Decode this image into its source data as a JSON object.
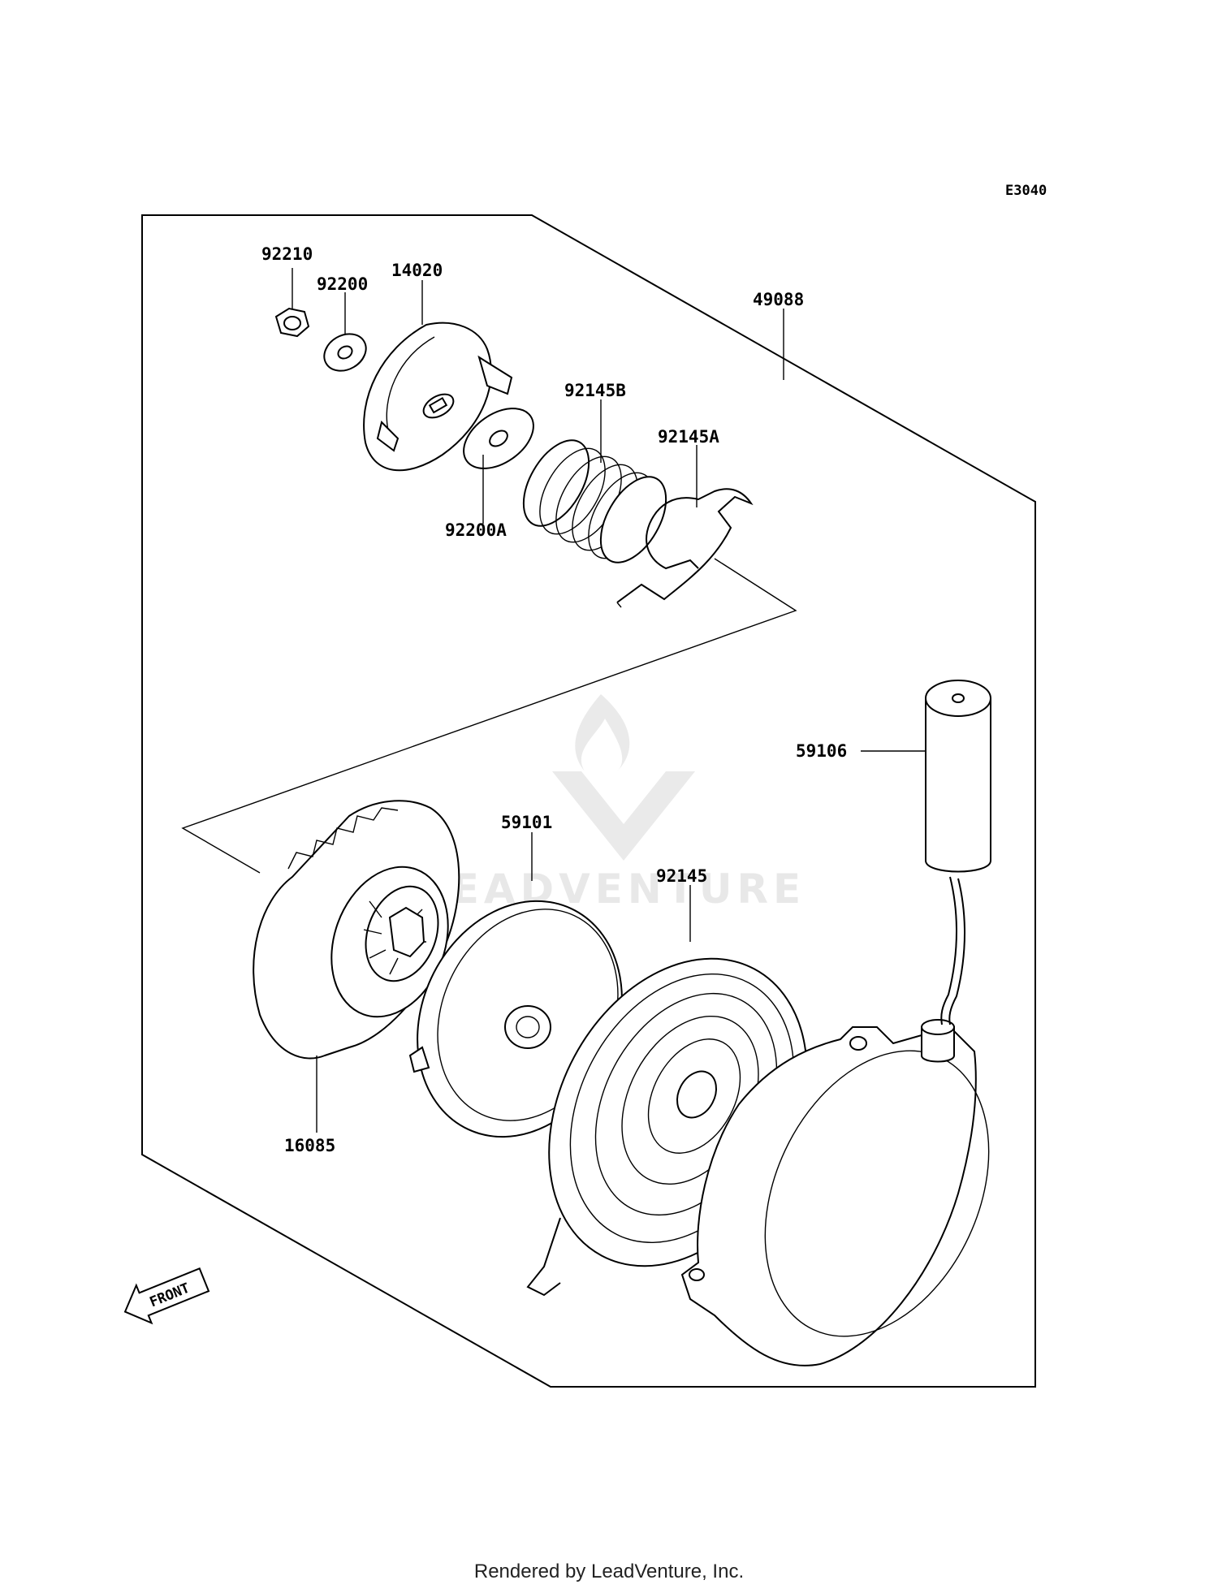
{
  "diagram": {
    "code": "E3040",
    "watermark": "LEADVENTURE",
    "front_label": "FRONT",
    "labels": {
      "p92210": "92210",
      "p92200": "92200",
      "p14020": "14020",
      "p49088": "49088",
      "p92145B": "92145B",
      "p92145A": "92145A",
      "p92200A": "92200A",
      "p59106": "59106",
      "p59101": "59101",
      "p92145": "92145",
      "p16085": "16085"
    }
  },
  "footer": {
    "text": "Rendered by LeadVenture, Inc."
  }
}
